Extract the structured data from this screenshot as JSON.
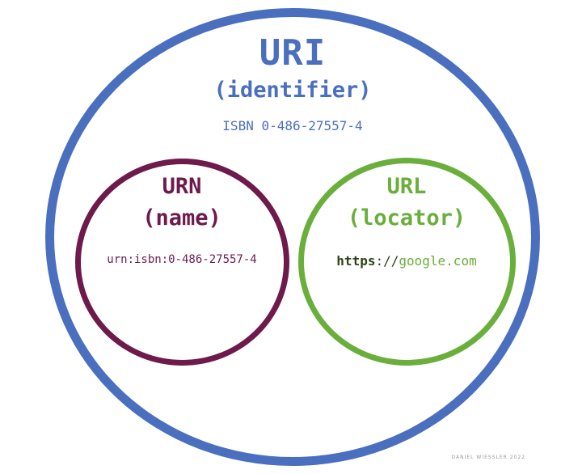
{
  "uri": {
    "title": "URI",
    "subtitle": "(identifier)",
    "example": "ISBN 0-486-27557-4",
    "color": "#4a6fbf"
  },
  "urn": {
    "title": "URN",
    "subtitle": "(name)",
    "example": "urn:isbn:0-486-27557-4",
    "color": "#6e1a4b"
  },
  "url": {
    "title": "URL",
    "subtitle": "(locator)",
    "example_scheme": "https",
    "example_separator": "://",
    "example_host": "google.com",
    "color": "#6aae3c"
  },
  "credit": "DANIEL WIESSLER 2022"
}
